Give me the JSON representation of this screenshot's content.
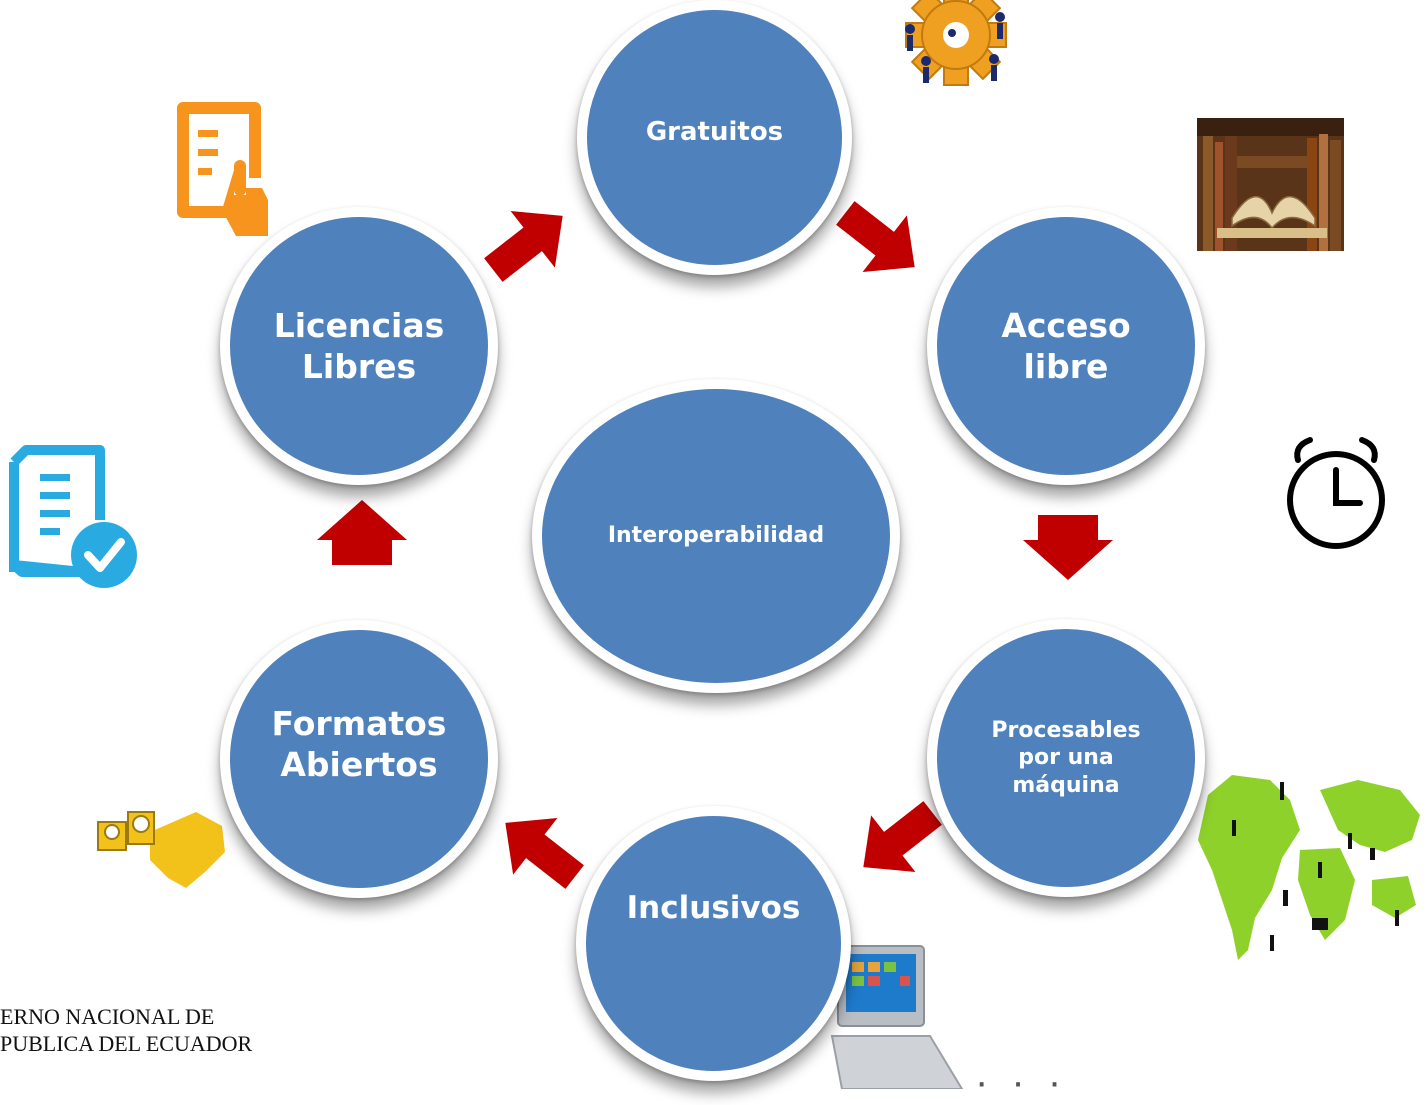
{
  "diagram": {
    "center": "Interoperabilidad",
    "nodes": [
      {
        "id": "gratuitos",
        "label": "Gratuitos"
      },
      {
        "id": "acceso-libre",
        "label": "Acceso\nlibre"
      },
      {
        "id": "procesables",
        "label": "Procesables\npor una\nmáquina"
      },
      {
        "id": "inclusivos",
        "label": "Inclusivos"
      },
      {
        "id": "formatos-abiertos",
        "label": "Formatos\nAbiertos"
      },
      {
        "id": "licencias-libres",
        "label": "Licencias\nLibres"
      }
    ],
    "flow": [
      "gratuitos",
      "acceso-libre",
      "procesables",
      "inclusivos",
      "formatos-abiertos",
      "licencias-libres",
      "gratuitos"
    ]
  },
  "footer": {
    "line1": "ERNO NACIONAL DE",
    "line2": "PUBLICA DEL ECUADOR",
    "partial": "· · ·"
  },
  "colors": {
    "node": "#4f81bd",
    "arrow": "#c00000",
    "orange_icon": "#f7941d",
    "blue_icon": "#29abe2"
  }
}
